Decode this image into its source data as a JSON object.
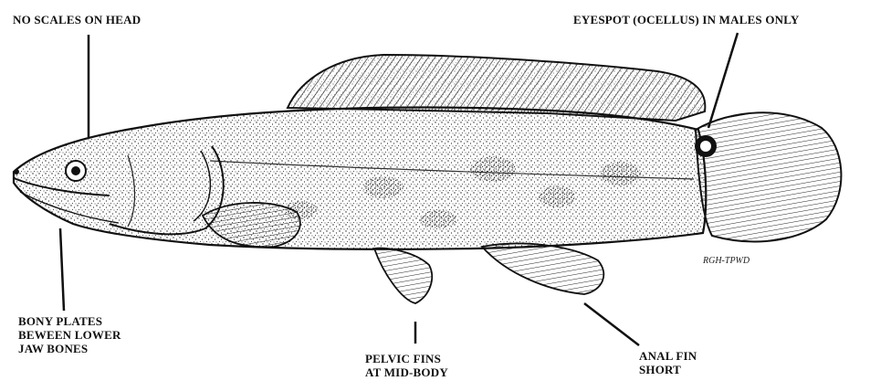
{
  "labels": {
    "no_scales": [
      "NO SCALES ON HEAD"
    ],
    "eyespot": [
      "EYESPOT (OCELLUS) IN MALES ONLY"
    ],
    "bony_plates": [
      "BONY PLATES",
      "BEWEEN LOWER",
      "JAW BONES"
    ],
    "pelvic": [
      "PELVIC FINS",
      "AT MID-BODY"
    ],
    "anal": [
      "ANAL FIN",
      "SHORT"
    ]
  },
  "signature": "RGH-TPWD",
  "colors": {
    "ink": "#111111",
    "background": "#ffffff"
  }
}
